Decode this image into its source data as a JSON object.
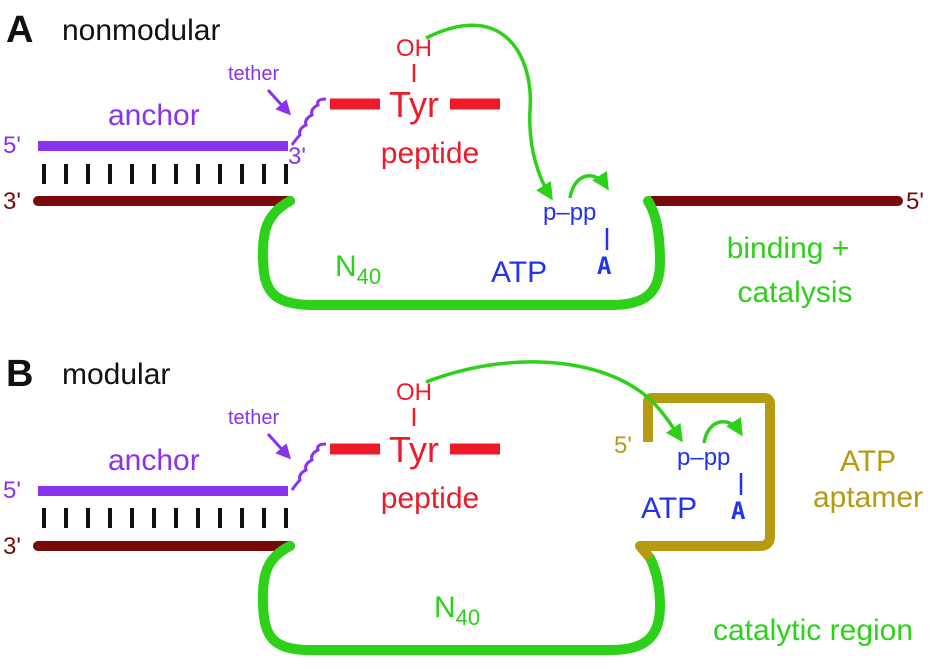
{
  "colors": {
    "anchor": "#8833ee",
    "peptide": "#ee1a2a",
    "strand": "#7a0a0a",
    "loop": "#2ed11a",
    "atp": "#2233ee",
    "aptamer": "#b59a12",
    "black": "#111111"
  },
  "panel_a": {
    "letter": "A",
    "title": "nonmodular",
    "anchor": "anchor",
    "tether": "tether",
    "five_prime": "5'",
    "three_prime": "3'",
    "oh": "OH",
    "tyr": "Tyr",
    "peptide": "peptide",
    "ppp_label": "p–pp",
    "a_base": "A",
    "atp": "ATP",
    "n40_main": "N",
    "n40_sub": "40",
    "function_line1": "binding +",
    "function_line2": "catalysis"
  },
  "panel_b": {
    "letter": "B",
    "title": "modular",
    "anchor": "anchor",
    "tether": "tether",
    "five_prime": "5'",
    "three_prime": "3'",
    "oh": "OH",
    "tyr": "Tyr",
    "peptide": "peptide",
    "ppp_label": "p–pp",
    "a_base": "A",
    "atp": "ATP",
    "n40_main": "N",
    "n40_sub": "40",
    "aptamer_line1": "ATP",
    "aptamer_line2": "aptamer",
    "catalytic": "catalytic region"
  }
}
